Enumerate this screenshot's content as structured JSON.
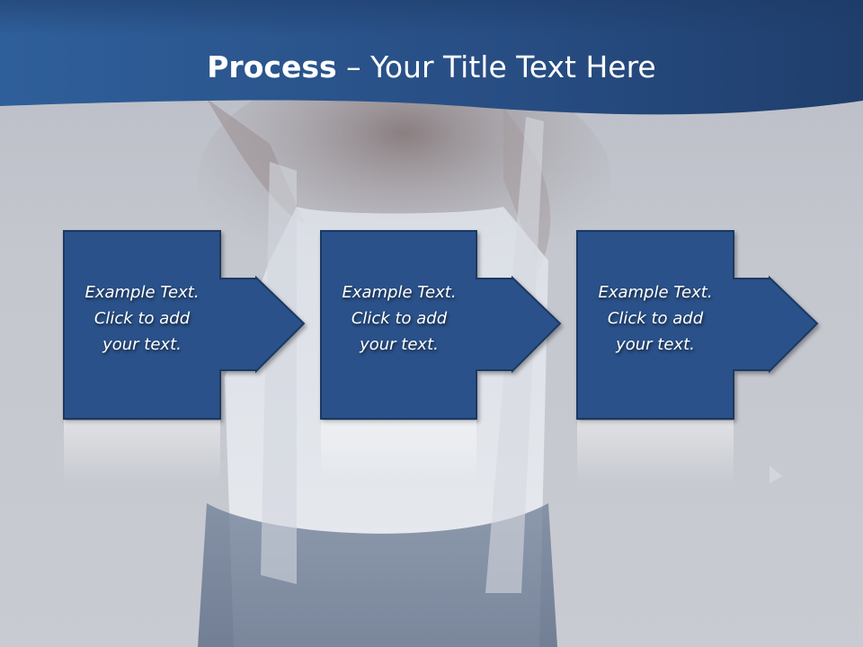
{
  "slide": {
    "title_bold": "Process",
    "title_rest": " – Your Title Text Here",
    "colors": {
      "title_band": "#2e5a92",
      "box_fill": "#2b5189",
      "box_stroke": "#1b3763",
      "background": "#c4c7ce"
    },
    "steps": [
      {
        "text": "Example Text.\nClick  to add\nyour text."
      },
      {
        "text": "Example Text.\nClick  to add\nyour text."
      },
      {
        "text": "Example Text.\nClick  to add\nyour text."
      }
    ],
    "icons": [
      "arrow-right-icon"
    ]
  }
}
